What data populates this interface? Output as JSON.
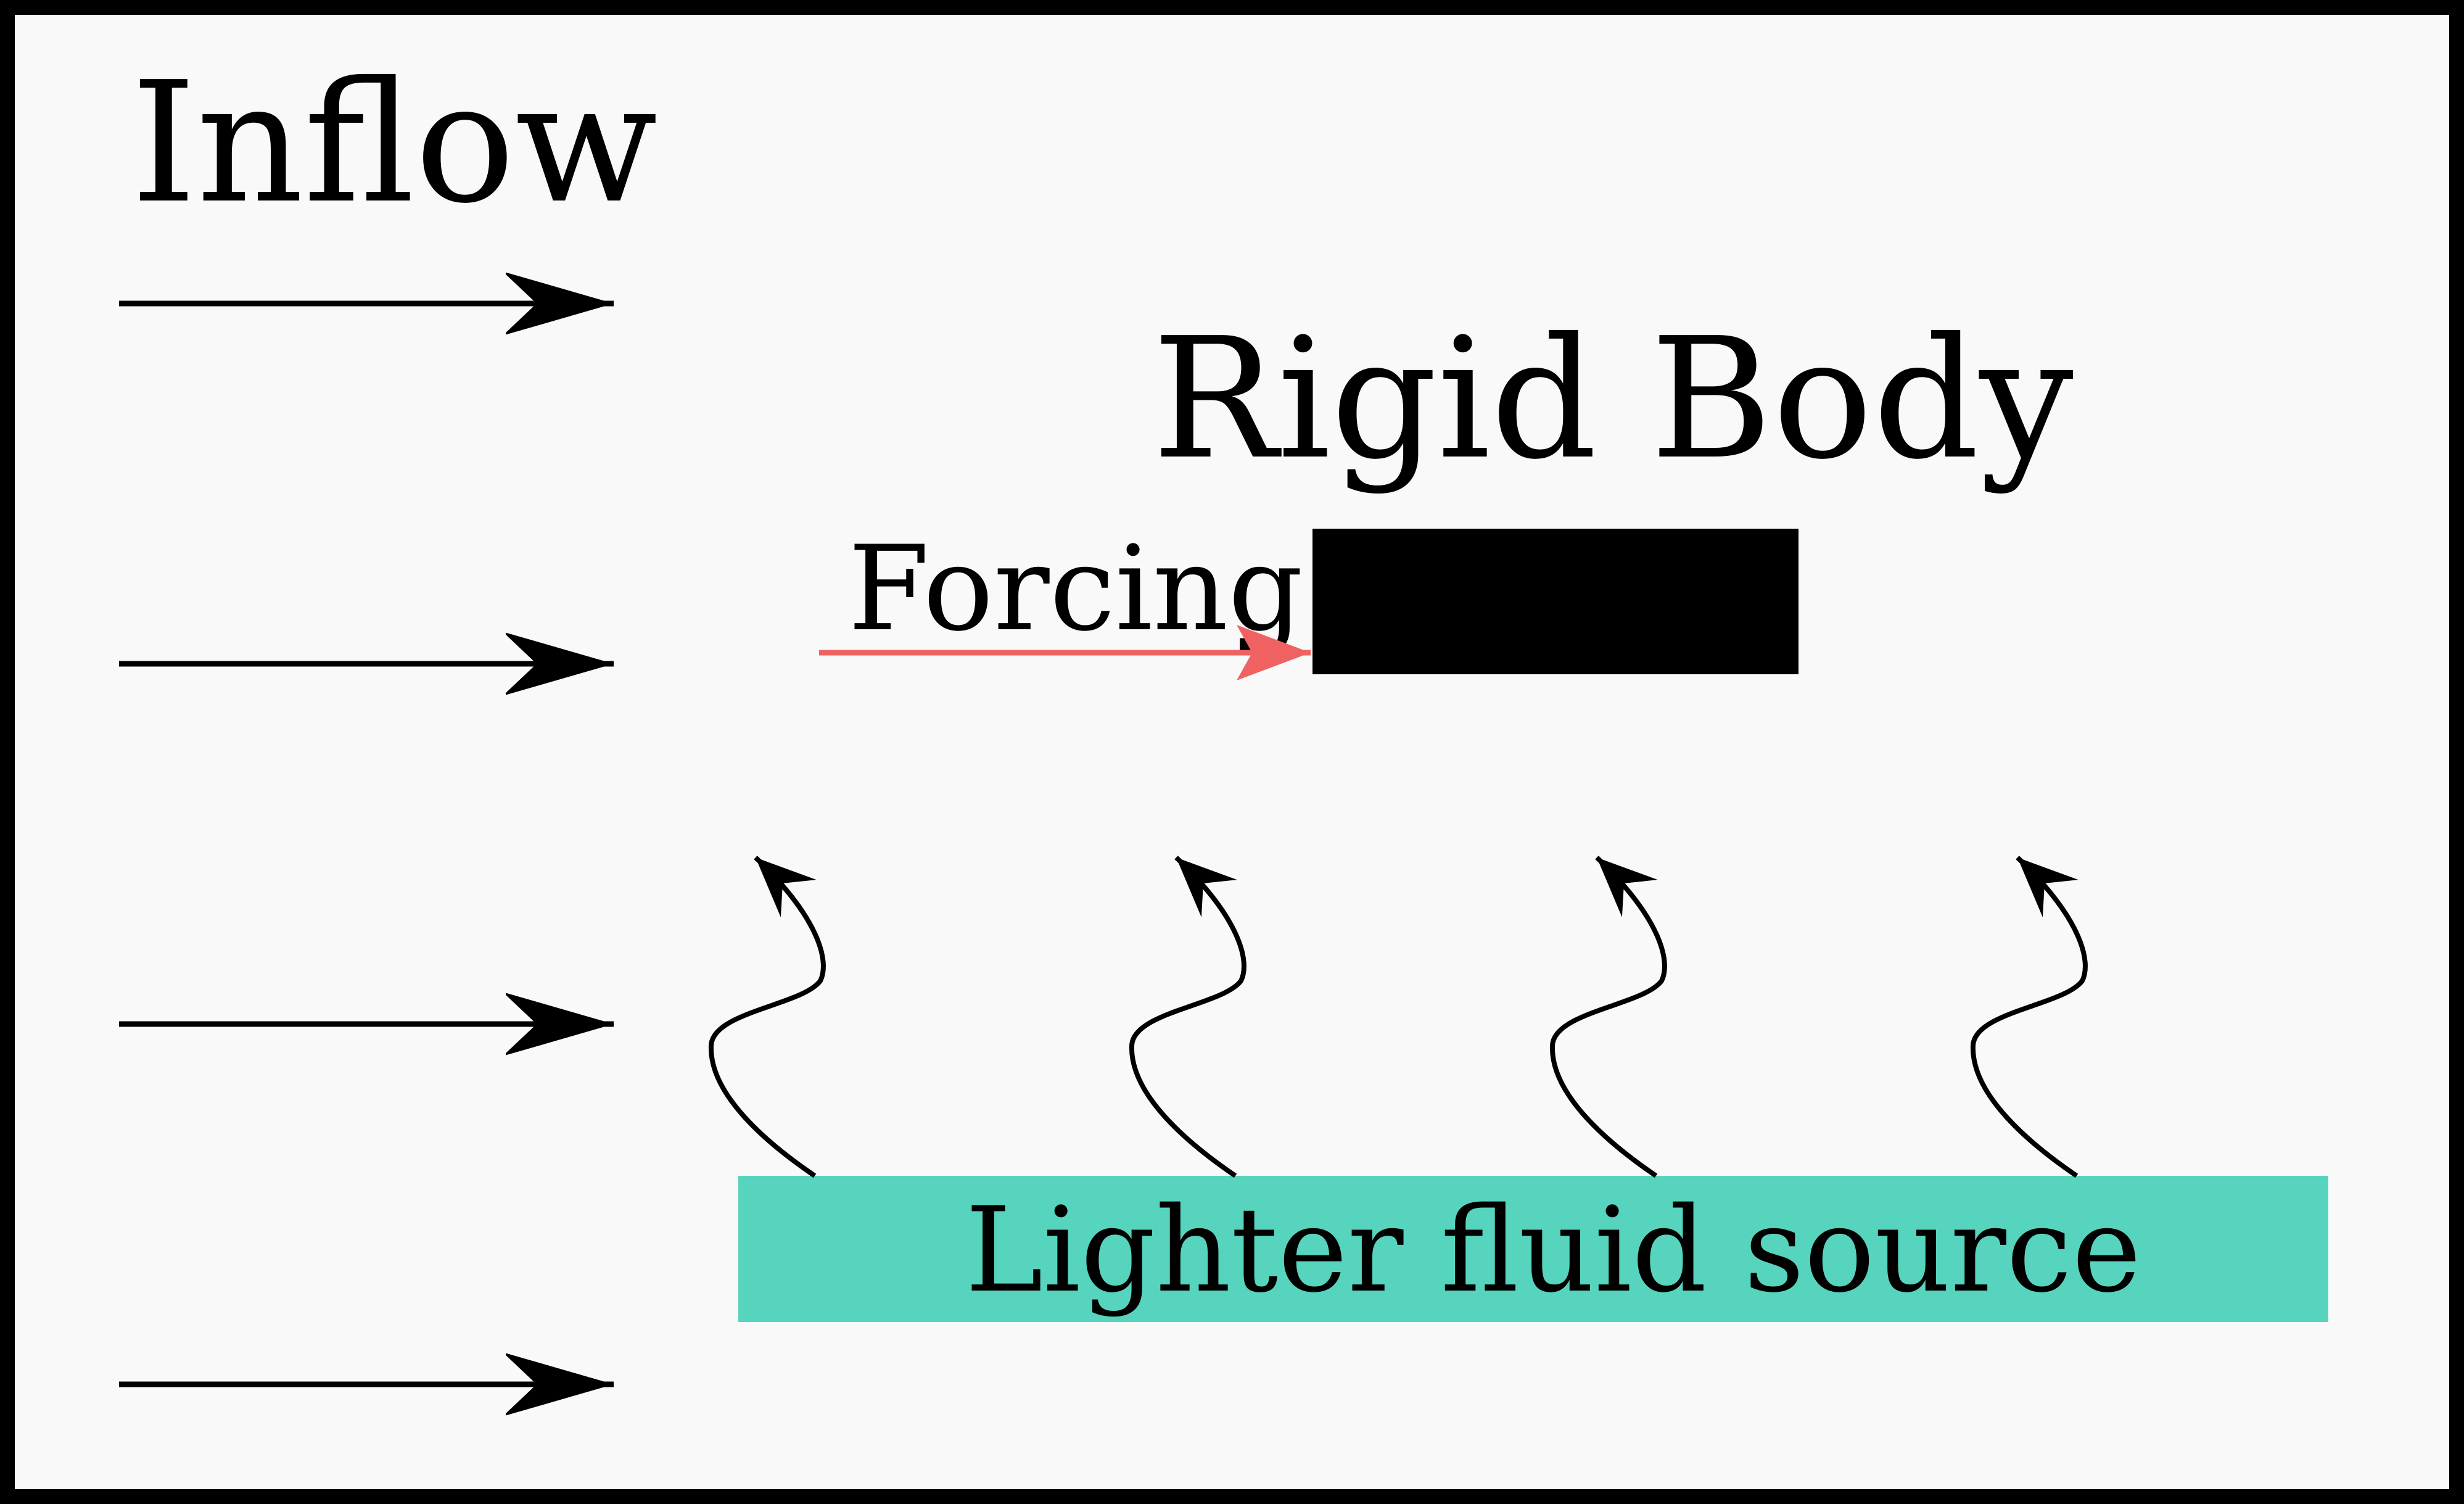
{
  "labels": {
    "inflow": "Inflow",
    "rigid_body": "Rigid Body",
    "forcing": "Forcing",
    "source": "Lighter fluid source"
  },
  "colors": {
    "background": "#f9f9f9",
    "frame": "#000000",
    "rigid_body": "#000000",
    "forcing_arrow": "#f06262",
    "source_strip": "#57d4be",
    "ink": "#000000"
  },
  "inflow_arrow_count": 4,
  "rising_plume_count": 4
}
